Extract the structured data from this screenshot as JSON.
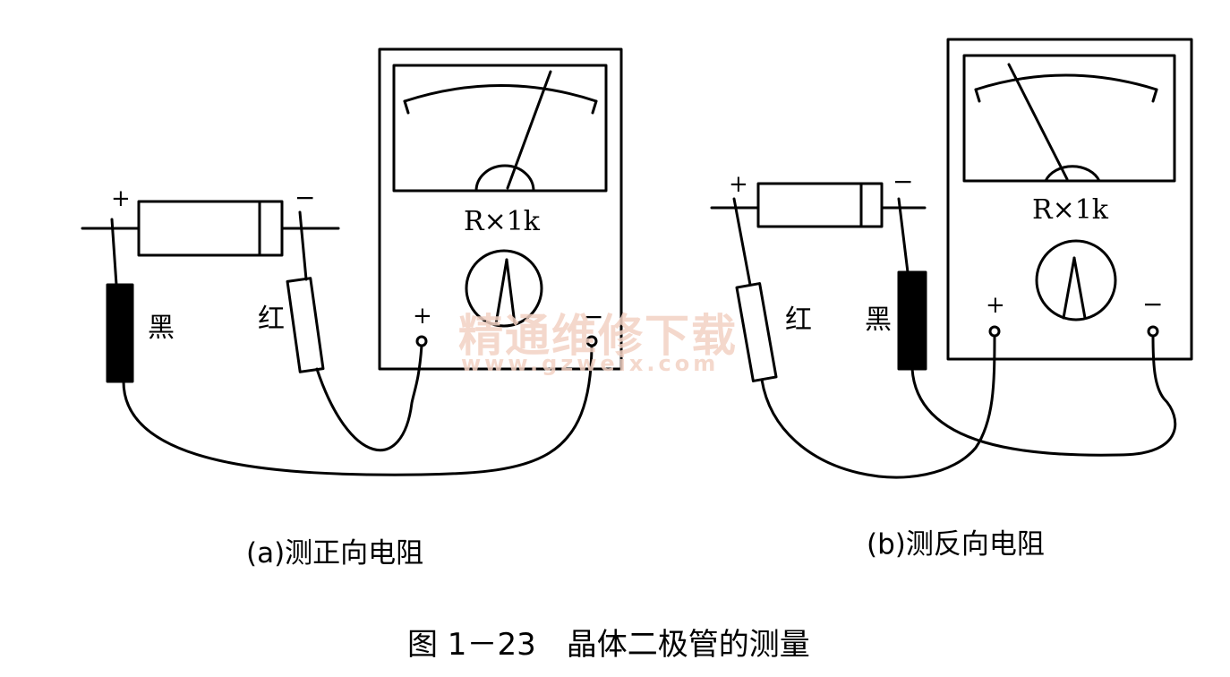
{
  "figure": {
    "caption": "图 1－23　晶体二极管的测量",
    "panel_a": {
      "caption": "(a)测正向电阻",
      "diode_plus": "+",
      "diode_minus": "−",
      "black_probe_label": "黑",
      "red_probe_label": "红",
      "meter_range": "R×1k",
      "terminal_plus": "+",
      "terminal_minus": "−"
    },
    "panel_b": {
      "caption": "(b)测反向电阻",
      "diode_plus": "+",
      "diode_minus": "−",
      "red_probe_label": "红",
      "black_probe_label": "黑",
      "meter_range": "R×1k",
      "terminal_plus": "+",
      "terminal_minus": "−"
    }
  },
  "watermark": {
    "text": "精通维修下载",
    "url": "www.gzweix.com"
  },
  "colors": {
    "ink": "#000000",
    "background": "#ffffff",
    "watermark": "#f3d2c4"
  }
}
